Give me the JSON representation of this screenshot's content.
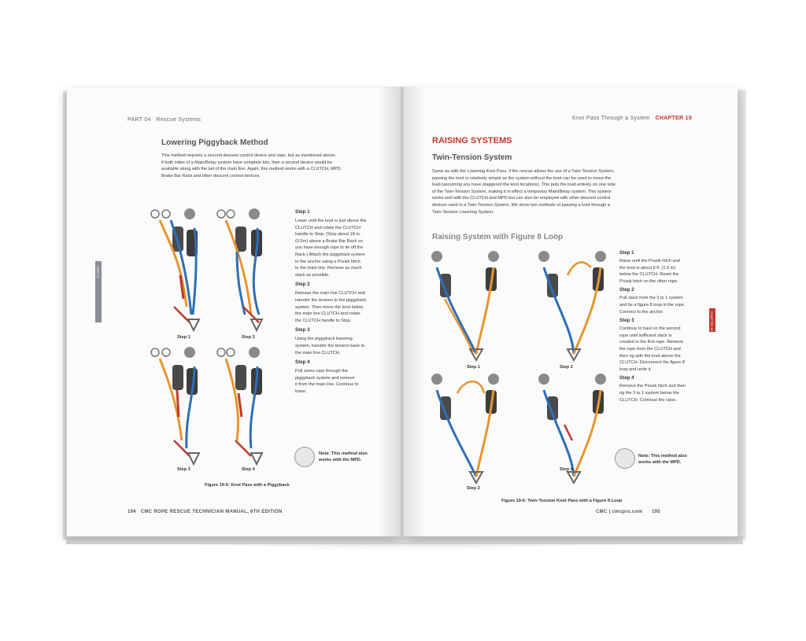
{
  "left": {
    "header": {
      "part": "PART 04",
      "section": "Rescue Systems"
    },
    "side_tab": "PART 04",
    "title": "Lowering Piggyback Method",
    "intro": [
      "This method requires a second descent control device and rope, but as mentioned above,",
      "if both sides of a Main/Belay system have complete kits, then a second device would be",
      "available along with the tail of the main line. Again, this method works with a CLUTCH, MPD,",
      "Brake Bar Rack and other descent control devices."
    ],
    "steps": [
      {
        "title": "Step 1",
        "lines": [
          "Lower until the knot is just above the",
          "CLUTCH and rotate the CLUTCH",
          "handle to Stop. (Stop about 18 in.",
          "(0.5m) above a Brake Bar Rack so",
          "you have enough rope to tie off the",
          "Rack.) Attach the piggyback system",
          "to the anchor using a Prusik hitch",
          "to the main line. Remove as much",
          "slack as possible."
        ]
      },
      {
        "title": "Step 2",
        "lines": [
          "Release the main line CLUTCH and",
          "transfer the tension to the piggyback",
          "system. Then move the knot below",
          "the main line CLUTCH and rotate",
          "the CLUTCH handle to Stop."
        ]
      },
      {
        "title": "Step 3",
        "lines": [
          "Using the piggyback lowering",
          "system, transfer the tension back to",
          "the main line CLUTCH."
        ]
      },
      {
        "title": "Step 4",
        "lines": [
          "Pull some rope through the",
          "piggyback system and remove",
          "it from the main line. Continue to",
          "lower."
        ]
      }
    ],
    "diagram_labels": [
      "Step 1",
      "Step 2",
      "Step 3",
      "Step 4"
    ],
    "note": [
      "Note: This method also",
      "works with the MPD."
    ],
    "caption": "Figure 19-5: Knot Pass with a Piggyback",
    "page_number": "194",
    "footer": "CMC ROPE RESCUE TECHNICIAN MANUAL, 6TH EDITION"
  },
  "right": {
    "header": {
      "title": "Knot Pass Through a System",
      "chapter": "CHAPTER 19"
    },
    "side_tab": "CHAPTER 19",
    "heading": "RAISING SYSTEMS",
    "subheading": "Twin-Tension System",
    "intro": [
      "Same as with the Lowering Knot Pass, if the rescue allows the use of a Twin-Tension System,",
      "passing the knot is relatively simple as the system without the knot can be used to move the",
      "load (assuming you have staggered the knot locations). This puts the load entirely on one side",
      "of the Twin-Tension System, making it in effect a temporary Main/Belay system. This system",
      "works well with the CLUTCH and MPD but can also be employed with other descent control",
      "devices used in a Twin-Tension System. We show two methods of passing a knot through a",
      "Twin-Tension Lowering System."
    ],
    "section_title": "Raising System with Figure 8 Loop",
    "steps": [
      {
        "title": "Step 1",
        "lines": [
          "Raise until the Prusik hitch and",
          "the knot is about 5 ft. (1.5 m)",
          "below the CLUTCH. Reset the",
          "Prusik hitch on the other rope."
        ]
      },
      {
        "title": "Step 2",
        "lines": [
          "Pull slack from the 3 to 1 system",
          "and tie a figure 8 loop in the rope.",
          "Connect to the anchor."
        ]
      },
      {
        "title": "Step 3",
        "lines": [
          "Continue to haul on the second",
          "rope until sufficient slack is",
          "created in the first rope. Remove",
          "the rope from the CLUTCH and",
          "then rig with the knot above the",
          "CLUTCH. Disconnect the figure 8",
          "loop and untie it."
        ]
      },
      {
        "title": "Step 4",
        "lines": [
          "Remove the Prusik hitch and then",
          "rig the 3 to 1 system below the",
          "CLUTCH. Continue the raise."
        ]
      }
    ],
    "diagram_labels": [
      "Step 1",
      "Step 2",
      "Step 3",
      "Step 4"
    ],
    "note": [
      "Note: This method also",
      "works with the MPD."
    ],
    "caption": "Figure 19-6: Twin-Tension Knot Pass with a Figure 8 Loop",
    "footer": "CMC  |  cmcpro.com",
    "page_number": "195"
  },
  "colors": {
    "accent": "#c0392b",
    "rope_blue": "#2f6fb5",
    "rope_orange": "#e8952f",
    "device_gray": "#555555"
  }
}
